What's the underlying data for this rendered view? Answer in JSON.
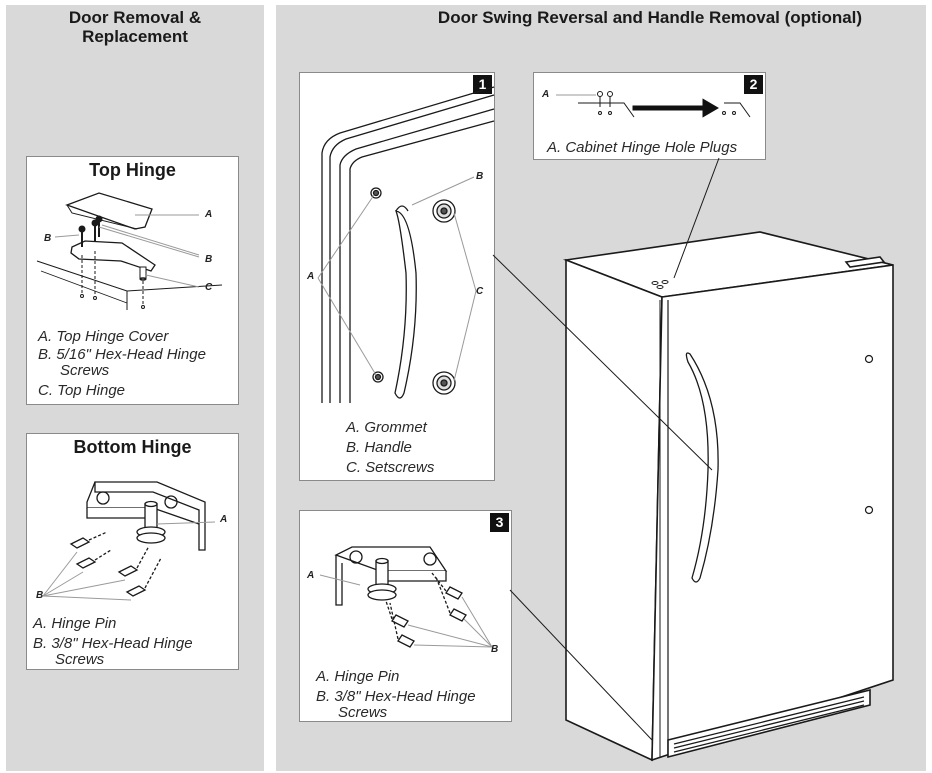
{
  "left_panel": {
    "title_line1": "Door Removal &",
    "title_line2": "Replacement",
    "top_hinge": {
      "title": "Top Hinge",
      "callouts": {
        "a": "A",
        "b1": "B",
        "b2": "B",
        "c": "C"
      },
      "legend": {
        "a": "A. Top Hinge Cover",
        "b": "B. 5/16\" Hex-Head Hinge",
        "b_cont": "Screws",
        "c": "C. Top Hinge"
      }
    },
    "bottom_hinge": {
      "title": "Bottom Hinge",
      "callouts": {
        "a": "A",
        "b": "B"
      },
      "legend": {
        "a": "A. Hinge Pin",
        "b": "B. 3/8\" Hex-Head Hinge",
        "b_cont": "Screws"
      }
    }
  },
  "right_panel": {
    "title": "Door Swing Reversal and Handle Removal (optional)",
    "step1": {
      "badge": "1",
      "callouts": {
        "a": "A",
        "b": "B",
        "c": "C"
      },
      "legend": {
        "a": "A. Grommet",
        "b": "B. Handle",
        "c": "C. Setscrews"
      }
    },
    "step2": {
      "badge": "2",
      "callouts": {
        "a": "A"
      },
      "legend": {
        "a": "A. Cabinet Hinge Hole Plugs"
      }
    },
    "step3": {
      "badge": "3",
      "callouts": {
        "a": "A",
        "b": "B"
      },
      "legend": {
        "a": "A. Hinge Pin",
        "b": "B. 3/8\" Hex-Head Hinge",
        "b_cont": "Screws"
      }
    }
  },
  "colors": {
    "panel_bg": "#d9d9d9",
    "box_border": "#8a8a8a",
    "badge_bg": "#111111",
    "line_art": "#1a1a1a",
    "leader_line": "#9a9a9a"
  }
}
